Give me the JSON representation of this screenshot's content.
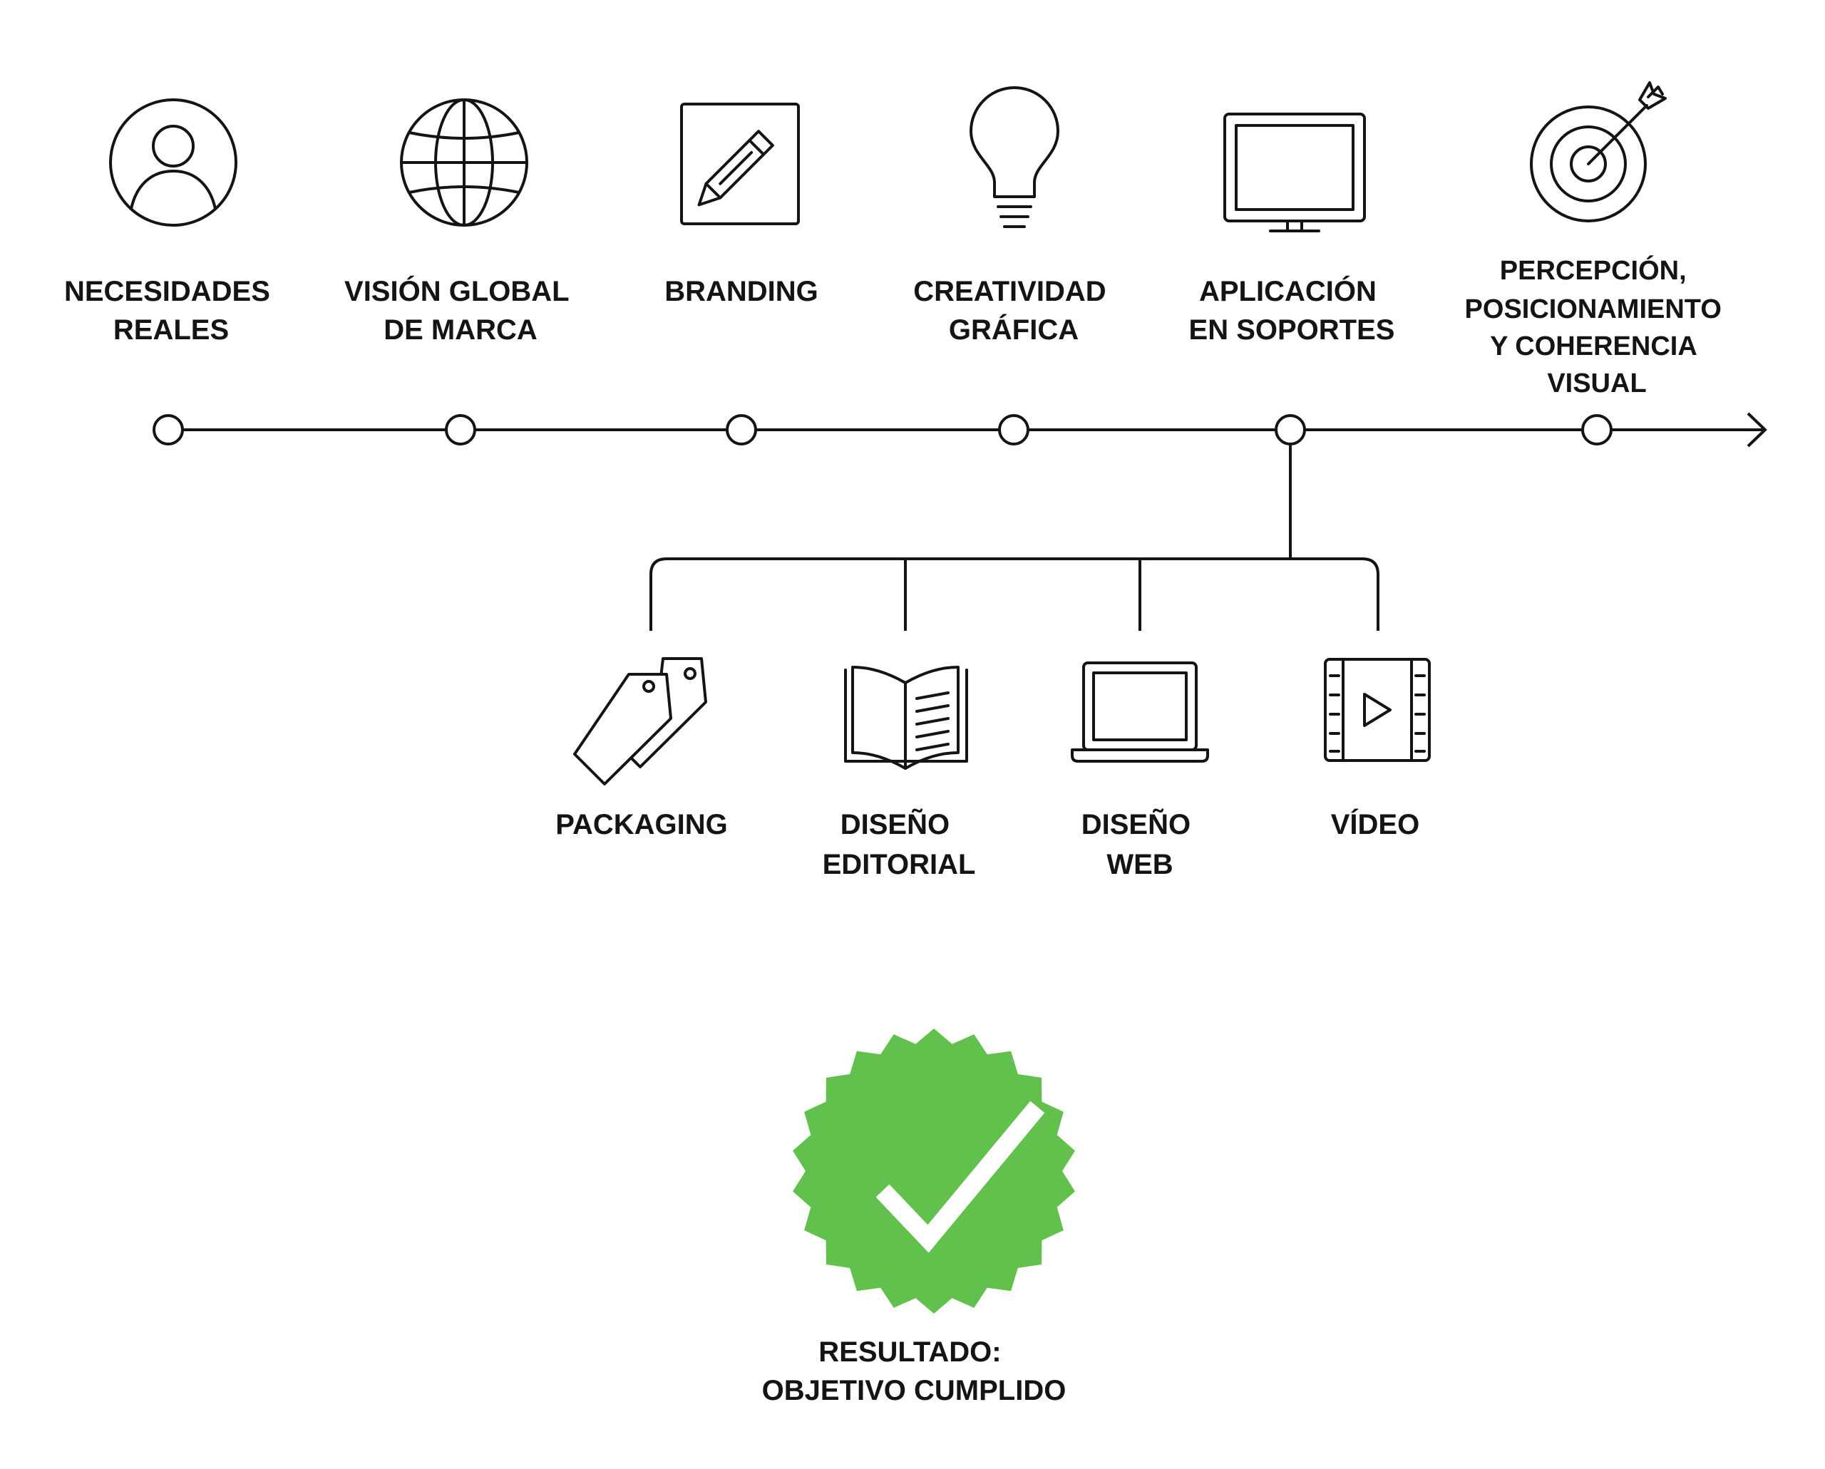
{
  "colors": {
    "ink": "#141414",
    "badge": "#62c14c",
    "check": "#ffffff",
    "background": "#ffffff"
  },
  "timeline": {
    "steps": [
      {
        "icon": "user-icon",
        "lines": [
          "NECESIDADES",
          "REALES"
        ]
      },
      {
        "icon": "globe-icon",
        "lines": [
          "VISIÓN GLOBAL",
          "DE MARCA"
        ]
      },
      {
        "icon": "pencil-square-icon",
        "lines": [
          "BRANDING"
        ]
      },
      {
        "icon": "lightbulb-icon",
        "lines": [
          "CREATIVIDAD",
          "GRÁFICA"
        ]
      },
      {
        "icon": "monitor-icon",
        "lines": [
          "APLICACIÓN",
          "EN SOPORTES"
        ]
      },
      {
        "icon": "target-icon",
        "lines": [
          "PERCEPCIÓN,",
          "POSICIONAMIENTO",
          "Y COHERENCIA",
          "VISUAL"
        ]
      }
    ]
  },
  "branches": {
    "items": [
      {
        "icon": "price-tags-icon",
        "lines": [
          "PACKAGING"
        ]
      },
      {
        "icon": "open-book-icon",
        "lines": [
          "DISEÑO",
          "EDITORIAL"
        ]
      },
      {
        "icon": "laptop-icon",
        "lines": [
          "DISEÑO",
          "WEB"
        ]
      },
      {
        "icon": "film-play-icon",
        "lines": [
          "VÍDEO"
        ]
      }
    ]
  },
  "result": {
    "icon": "check-badge-icon",
    "lines": [
      "RESULTADO:",
      "OBJETIVO CUMPLIDO"
    ]
  }
}
